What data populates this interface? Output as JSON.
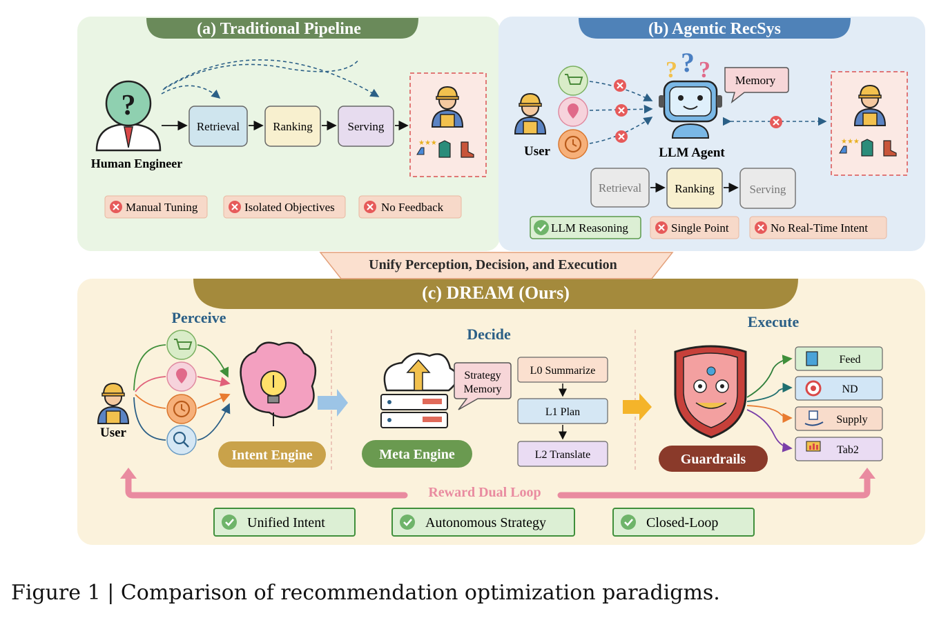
{
  "panel_a": {
    "title": "(a) Traditional Pipeline",
    "engineer_label": "Human Engineer",
    "stages": [
      "Retrieval",
      "Ranking",
      "Serving"
    ],
    "issues": [
      "Manual Tuning",
      "Isolated Objectives",
      "No Feedback"
    ]
  },
  "panel_b": {
    "title": "(b) Agentic RecSys",
    "user_label": "User",
    "agent_label": "LLM Agent",
    "memory_label": "Memory",
    "stages": [
      "Retrieval",
      "Ranking",
      "Serving"
    ],
    "pros": [
      "LLM Reasoning"
    ],
    "issues": [
      "Single Point",
      "No Real-Time Intent"
    ]
  },
  "banner": "Unify Perception, Decision, and Execution",
  "panel_c": {
    "title": "(c) DREAM (Ours)",
    "perceive": "Perceive",
    "decide": "Decide",
    "execute": "Execute",
    "user_label": "User",
    "intent_engine": "Intent Engine",
    "meta_engine": "Meta Engine",
    "strategy_memory_line1": "Strategy",
    "strategy_memory_line2": "Memory",
    "levels": [
      "L0 Summarize",
      "L1 Plan",
      "L2 Translate"
    ],
    "guardrails": "Guardrails",
    "outputs": [
      "Feed",
      "ND",
      "Supply",
      "Tab2"
    ],
    "loop_label": "Reward Dual Loop",
    "benefits": [
      "Unified Intent",
      "Autonomous Strategy",
      "Closed-Loop"
    ]
  },
  "caption": "Figure 1 | Comparison of recommendation optimization paradigms.",
  "colors": {
    "panel_a_bg": "#eaf5e4",
    "panel_b_bg": "#e2ecf6",
    "panel_c_bg": "#fbf2dc",
    "title_a": "#6a8a5a",
    "title_b": "#4f82b8",
    "title_c": "#a48a3c",
    "accent_blue": "#2b5f86",
    "loop_pink": "#e98ba0"
  }
}
